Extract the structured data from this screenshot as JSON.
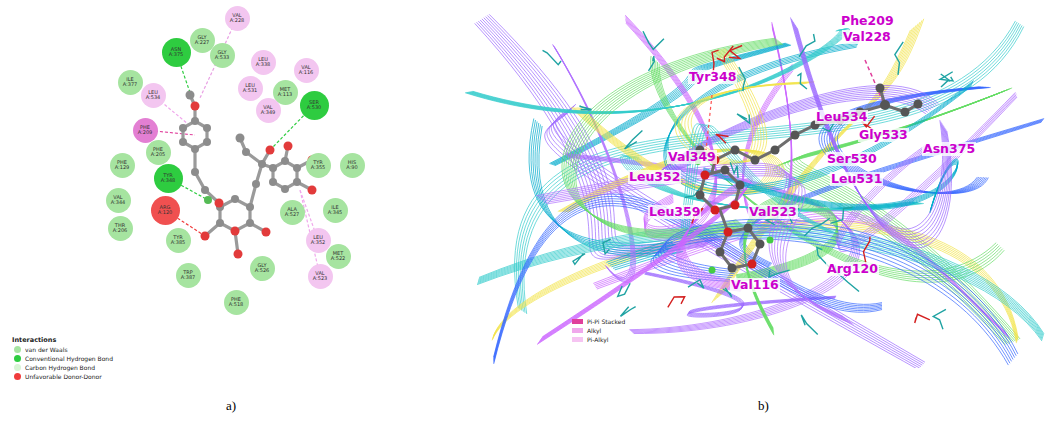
{
  "diagram": {
    "nodes": [
      {
        "text": [
          "VAL A:228"
        ]
      },
      {
        "text": [
          "GLY A:227"
        ]
      },
      {
        "text": [
          "ASN A:375"
        ]
      },
      {
        "text": [
          "GLY A:533"
        ]
      },
      {
        "text": [
          "LEU A:338"
        ]
      },
      {
        "text": [
          "VAL A:116"
        ]
      },
      {
        "text": [
          "ILE A:377"
        ]
      },
      {
        "text": [
          "LEU A:534"
        ]
      },
      {
        "text": [
          "LEU A:531"
        ]
      },
      {
        "text": [
          "MET A:113"
        ]
      },
      {
        "text": [
          "VAL A:349"
        ]
      },
      {
        "text": [
          "SER A:530"
        ]
      },
      {
        "text": [
          "PHE A:209"
        ]
      },
      {
        "text": [
          "PHE A:205"
        ]
      },
      {
        "text": [
          "TYR A:355"
        ]
      },
      {
        "text": [
          "HIS A:90"
        ]
      },
      {
        "text": [
          "PHE A:129"
        ]
      },
      {
        "text": [
          "TYR A:348"
        ]
      },
      {
        "text": [
          "VAL A:344"
        ]
      },
      {
        "text": [
          "ARG A:120"
        ]
      },
      {
        "text": [
          "ALA A:527"
        ]
      },
      {
        "text": [
          "ILE A:345"
        ]
      },
      {
        "text": [
          "THR A:206"
        ]
      },
      {
        "text": [
          "LEU A:352"
        ]
      },
      {
        "text": [
          "MET A:522"
        ]
      },
      {
        "text": [
          "TYR A:385"
        ]
      },
      {
        "text": [
          "GLY A:526"
        ]
      },
      {
        "text": [
          "VAL A:523"
        ]
      },
      {
        "text": [
          "TRP A:387"
        ]
      },
      {
        "text": [
          "PHE A:518"
        ]
      }
    ],
    "labels": [
      "Interactions",
      "a)",
      "b)",
      "Phe209",
      "Val228",
      "Tyr348",
      "Leu534",
      "Gly533",
      "Asn375",
      "Val349",
      "Ser530",
      "Leu352",
      "Leu531",
      "Leu359",
      "Val523",
      "Arg120",
      "Val116"
    ],
    "legend": [
      {
        "text": "van der Waals",
        "color": "#a6e4a0"
      },
      {
        "text": "Conventional Hydrogen Bond",
        "color": "#2ecc40"
      },
      {
        "text": "Carbon Hydrogen Bond",
        "color": "#d8f5d5"
      },
      {
        "text": "Unfavorable Donor-Donor",
        "color": "#f03c3c"
      },
      {
        "text": "Pi-Pi Stacked",
        "color": "#e0409c"
      },
      {
        "text": "Alkyl",
        "color": "#f0a8ec"
      },
      {
        "text": "Pi-Alkyl",
        "color": "#f6c4f2"
      }
    ]
  }
}
